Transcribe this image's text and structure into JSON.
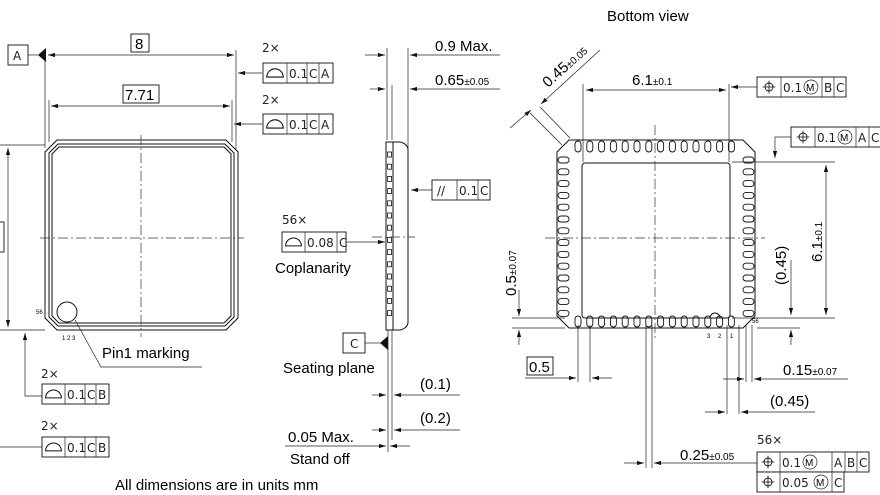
{
  "title": "Bottom view",
  "footer": "All dimensions are in units mm",
  "top_view": {
    "datum_a": "A",
    "width": "8",
    "inner_width": "7.71",
    "pin1_label": "Pin1 marking",
    "pin_numbers": "1 2 3",
    "pin_last": "56",
    "fcf_top": [
      {
        "count": "2×",
        "tol": "0.1",
        "ref1": "C",
        "ref2": "A"
      },
      {
        "count": "2×",
        "tol": "0.1",
        "ref1": "C",
        "ref2": "A"
      }
    ],
    "fcf_bottom": [
      {
        "count": "2×",
        "tol": "0.1",
        "ref1": "C",
        "ref2": "B"
      },
      {
        "count": "2×",
        "tol": "0.1",
        "ref1": "C",
        "ref2": "B"
      }
    ]
  },
  "side_view": {
    "height_max": "0.9 Max.",
    "body_height": "0.65",
    "body_height_tol": "±0.05",
    "parallelism": {
      "symbol": "//",
      "tol": "0.1",
      "ref": "C"
    },
    "coplanarity": {
      "count": "56×",
      "tol": "0.08",
      "ref": "C",
      "label": "Coplanarity"
    },
    "datum_c": "C",
    "seating_plane": "Seating plane",
    "dim_01": "(0.1)",
    "dim_02": "(0.2)",
    "standoff": "0.05 Max.",
    "standoff_label": "Stand off"
  },
  "bottom_view": {
    "chamfer": "0.45",
    "chamfer_tol": "±0.05",
    "pad_width": "6.1",
    "pad_width_tol": "±0.1",
    "pad_height": "6.1",
    "pad_height_tol": "±0.1",
    "fcf_x": {
      "tol": "0.1",
      "mod": "M",
      "ref1": "B",
      "ref2": "C"
    },
    "fcf_y": {
      "tol": "0.1",
      "mod": "M",
      "ref1": "A",
      "ref2": "C"
    },
    "lead_length": "0.5",
    "lead_length_tol": "±0.07",
    "offset_045_v": "(0.45)",
    "pitch": "0.5",
    "edge": "0.15",
    "edge_tol": "±0.07",
    "offset_045_h": "(0.45)",
    "lead_width": "0.25",
    "lead_width_tol": "±0.05",
    "pin_numbers": [
      "3",
      "2",
      "1"
    ],
    "pin_last": "56",
    "fcf_leads": {
      "count": "56×",
      "row1": {
        "tol": "0.1",
        "mod": "M",
        "refs": [
          "A",
          "B",
          "C"
        ]
      },
      "row2": {
        "tol": "0.05",
        "mod": "M",
        "ref": "C"
      }
    }
  }
}
